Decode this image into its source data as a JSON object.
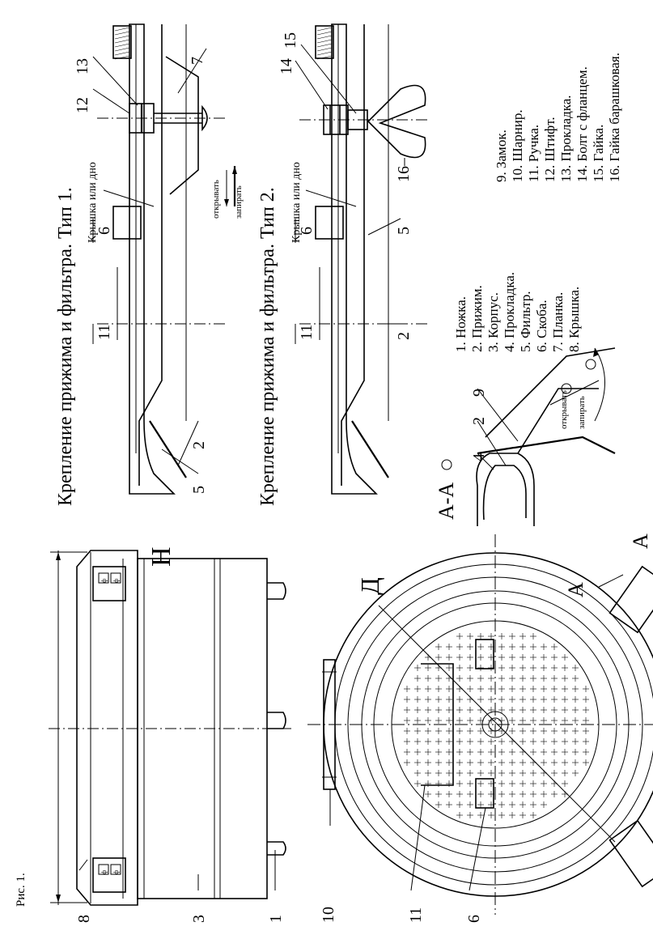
{
  "figure": {
    "caption": "Рис. 1.",
    "height_label": "H",
    "diameter_label": "Д",
    "section_label": "А-А",
    "section_mark": "А"
  },
  "type1": {
    "title": "Крепление прижима и фильтра. Тип 1.",
    "lid_label": "Крышка или дно",
    "open_label": "открывать",
    "lock_label": "запирать",
    "callouts": [
      "13",
      "12",
      "7",
      "6",
      "11",
      "2",
      "5"
    ]
  },
  "type2": {
    "title": "Крепление прижима и фильтра. Тип 2.",
    "lid_label": "Крышка или дно",
    "callouts": [
      "14",
      "15",
      "6",
      "11",
      "16",
      "5",
      "2"
    ]
  },
  "section": {
    "open_label": "открывать",
    "lock_label": "запирать",
    "callouts": [
      "4",
      "2",
      "9"
    ]
  },
  "views": {
    "side_callouts": [
      "8",
      "3",
      "1"
    ],
    "top_callouts": [
      "10",
      "11",
      "6"
    ]
  },
  "legend": {
    "col1": [
      "1. Ножка.",
      "2. Прижим.",
      "3. Корпус.",
      "4. Прокладка.",
      "5. Фильтр.",
      "6. Скоба.",
      "7. Планка.",
      "8. Крышка."
    ],
    "col2": [
      "9. Замок.",
      "10. Шарнир.",
      "11. Ручка.",
      "12. Штифт.",
      "13. Прокладка.",
      "14. Болт с фланцем.",
      "15. Гайка.",
      "16. Гайка барашковая."
    ]
  }
}
